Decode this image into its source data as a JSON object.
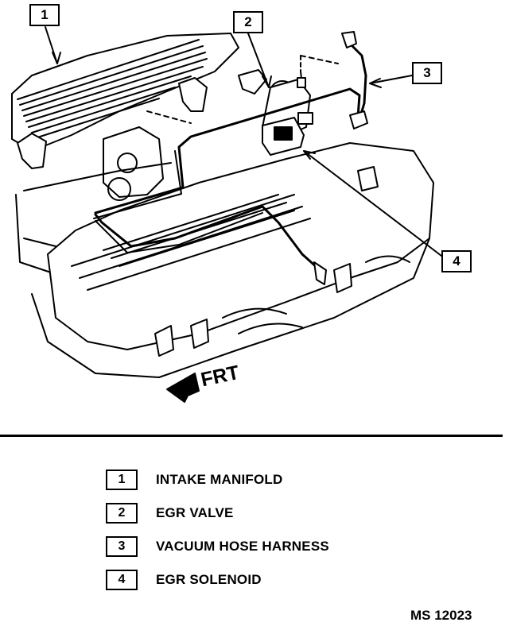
{
  "callouts": [
    {
      "number": "1"
    },
    {
      "number": "2"
    },
    {
      "number": "3"
    },
    {
      "number": "4"
    }
  ],
  "direction_label": "FRT",
  "legend": [
    {
      "number": "1",
      "text": "INTAKE MANIFOLD"
    },
    {
      "number": "2",
      "text": "EGR VALVE"
    },
    {
      "number": "3",
      "text": "VACUUM HOSE HARNESS"
    },
    {
      "number": "4",
      "text": "EGR SOLENOID"
    }
  ],
  "figure_id": "MS 12023"
}
